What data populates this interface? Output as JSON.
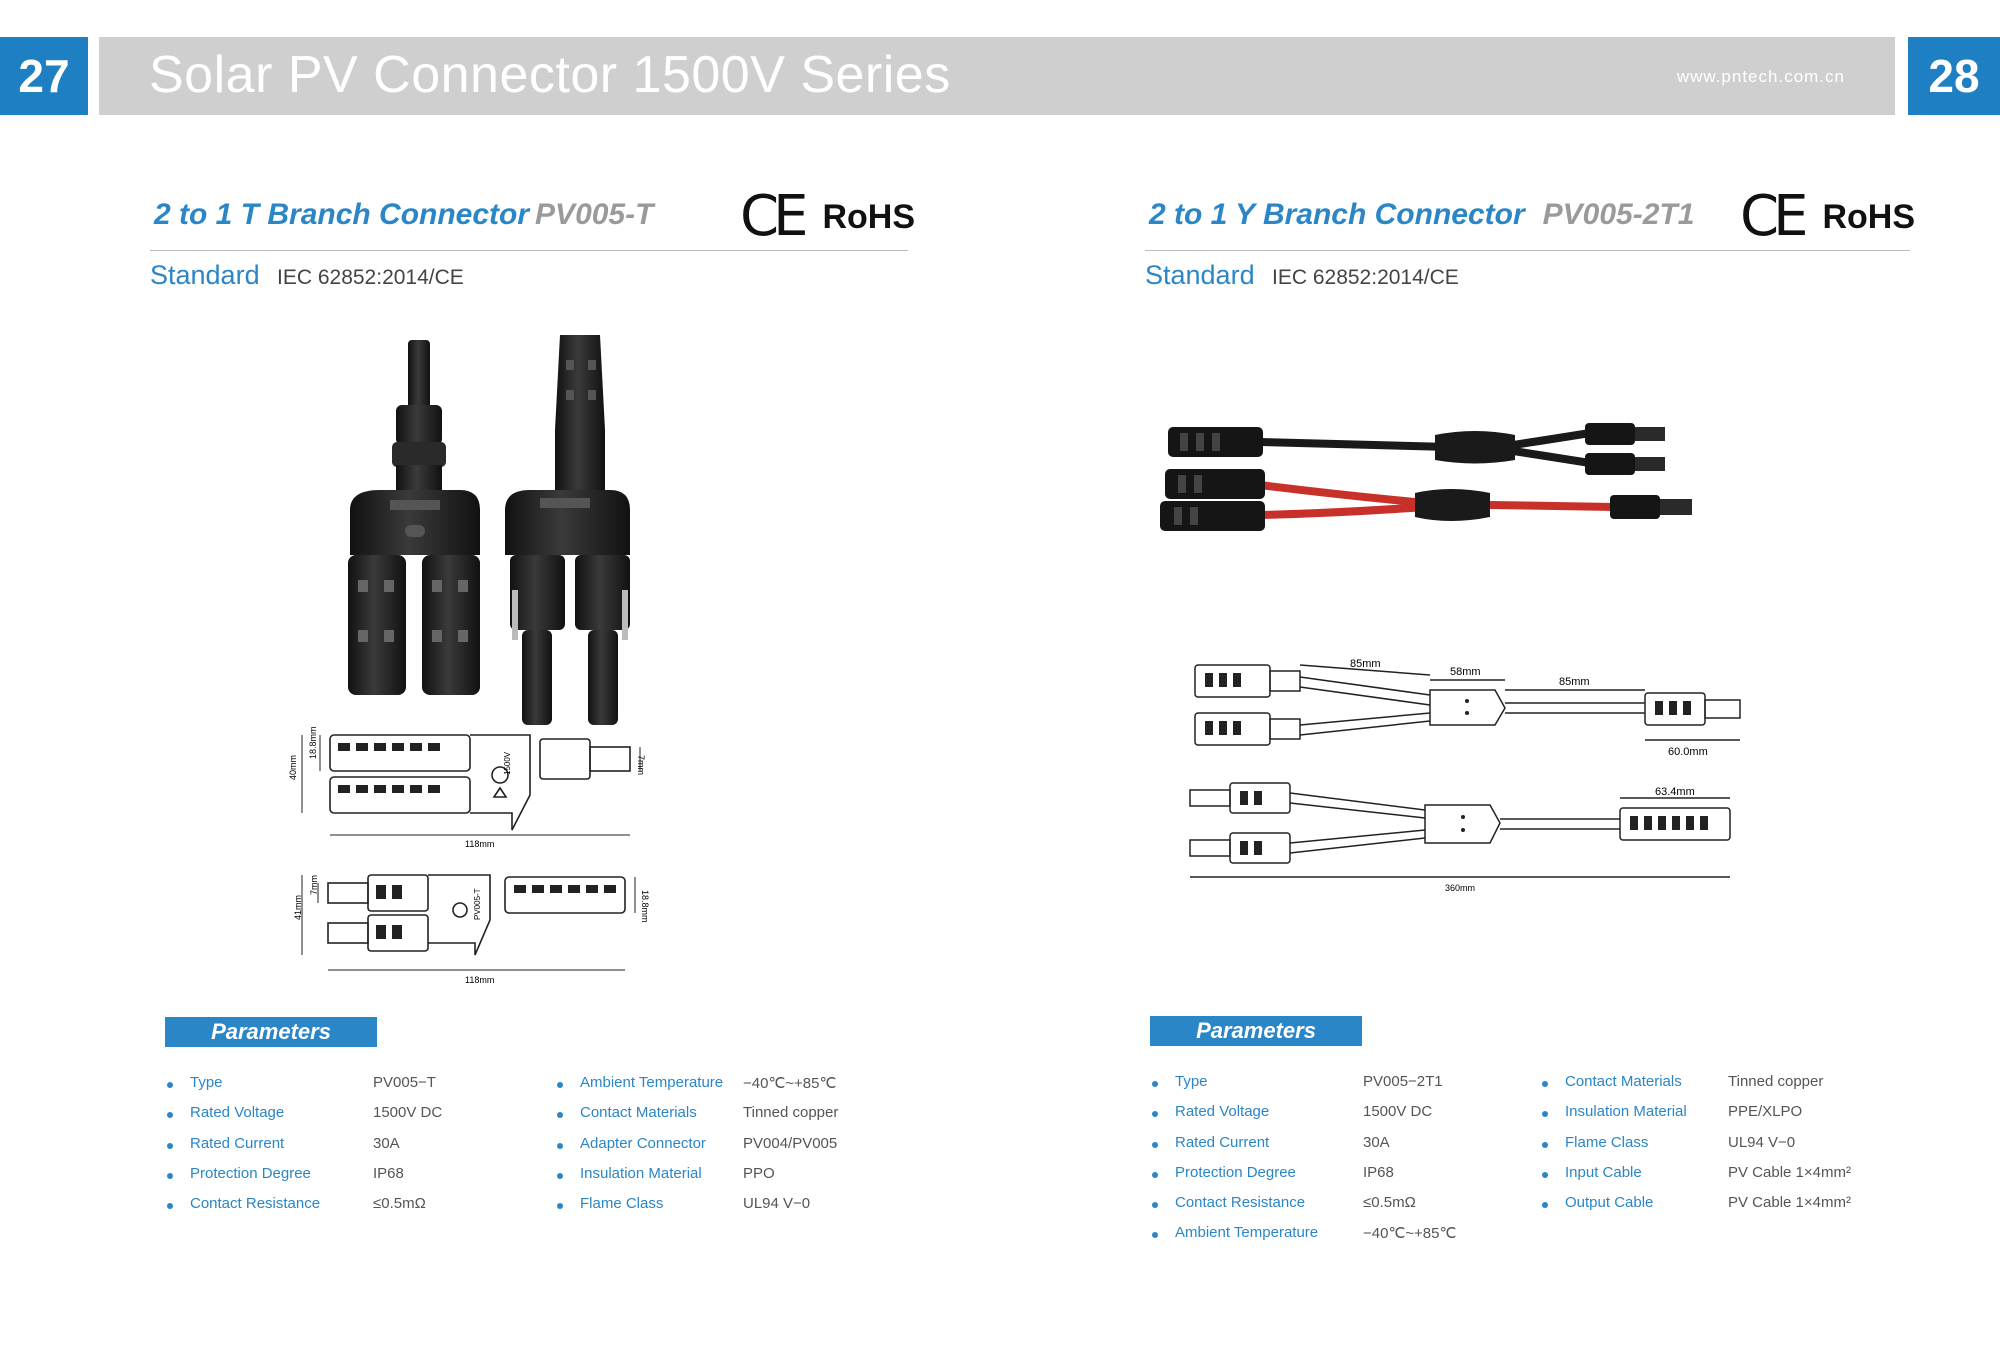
{
  "header": {
    "page_left": "27",
    "page_right": "28",
    "title": "Solar PV Connector 1500V Series",
    "url": "www.pntech.com.cn"
  },
  "left": {
    "product_name": "2 to 1 T Branch Connector",
    "product_code": "PV005-T",
    "cert_ce": "CE",
    "cert_rohs": "RoHS",
    "standard_label": "Standard",
    "standard_value": "IEC 62852:2014/CE",
    "dims": {
      "h1": "18.8mm",
      "h2": "40mm",
      "w1": "118mm",
      "d1": "7mm",
      "h3": "41mm",
      "w2": "118mm",
      "d2": "7mm",
      "h4": "18.8mm",
      "mark1": "1500V",
      "mark2": "PV005-T"
    },
    "params_title": "Parameters",
    "params_col1": [
      {
        "label": "Type",
        "value": "PV005−T"
      },
      {
        "label": "Rated Voltage",
        "value": "1500V DC"
      },
      {
        "label": "Rated Current",
        "value": "30A"
      },
      {
        "label": "Protection Degree",
        "value": "IP68"
      },
      {
        "label": "Contact Resistance",
        "value": "≤0.5mΩ"
      }
    ],
    "params_col2": [
      {
        "label": "Ambient Temperature",
        "value": "−40℃~+85℃"
      },
      {
        "label": "Contact Materials",
        "value": "Tinned copper"
      },
      {
        "label": "Adapter Connector",
        "value": "PV004/PV005"
      },
      {
        "label": "Insulation Material",
        "value": "PPO"
      },
      {
        "label": "Flame Class",
        "value": "UL94 V−0"
      }
    ]
  },
  "right": {
    "product_name": "2 to 1 Y Branch Connector",
    "product_code": "PV005-2T1",
    "cert_ce": "CE",
    "cert_rohs": "RoHS",
    "standard_label": "Standard",
    "standard_value": "IEC 62852:2014/CE",
    "dims": {
      "d85a": "85mm",
      "d58": "58mm",
      "d85b": "85mm",
      "d60": "60.0mm",
      "d63": "63.4mm",
      "d360": "360mm"
    },
    "params_title": "Parameters",
    "params_col1": [
      {
        "label": "Type",
        "value": "PV005−2T1"
      },
      {
        "label": "Rated Voltage",
        "value": "1500V DC"
      },
      {
        "label": "Rated Current",
        "value": "30A"
      },
      {
        "label": "Protection Degree",
        "value": "IP68"
      },
      {
        "label": "Contact Resistance",
        "value": "≤0.5mΩ"
      },
      {
        "label": "Ambient Temperature",
        "value": "−40℃~+85℃"
      }
    ],
    "params_col2": [
      {
        "label": "Contact Materials",
        "value": "Tinned copper"
      },
      {
        "label": "Insulation Material",
        "value": "PPE/XLPO"
      },
      {
        "label": "Flame Class",
        "value": "UL94 V−0"
      },
      {
        "label": "Input Cable",
        "value": "PV Cable 1×4mm²"
      },
      {
        "label": "Output Cable",
        "value": "PV Cable 1×4mm²"
      }
    ]
  },
  "colors": {
    "accent": "#2a86c6",
    "header_gray": "#cfcfcf",
    "page_badge": "#1e7fc2",
    "cable_red": "#c8302a",
    "cable_black": "#1a1a1a"
  }
}
